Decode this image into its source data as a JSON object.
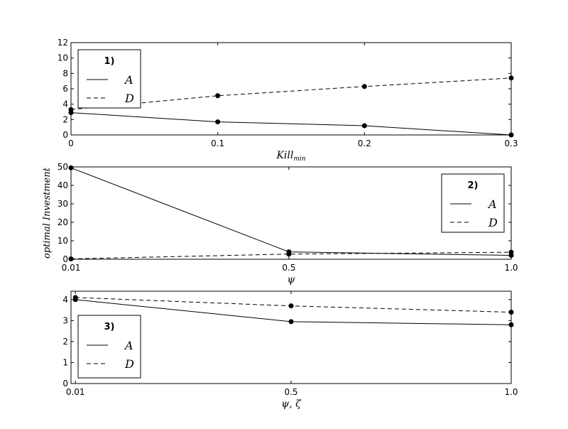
{
  "figure": {
    "ylabel_shared": "optimal Investment"
  },
  "chart_data": [
    {
      "type": "line",
      "legend_title": "1)",
      "legend_position": "upper-left",
      "xlabel_main": "Kill",
      "xlabel_sub": "min",
      "x": [
        0,
        0.1,
        0.2,
        0.3
      ],
      "x_tick_labels": [
        "0",
        "0.1",
        "0.2",
        "0.3"
      ],
      "xlim": [
        0,
        0.3
      ],
      "ylim": [
        0,
        12
      ],
      "y_ticks": [
        0,
        2,
        4,
        6,
        8,
        10,
        12
      ],
      "grid": false,
      "series": [
        {
          "name": "A",
          "style": "solid",
          "values": [
            2.9,
            1.7,
            1.2,
            0.0
          ]
        },
        {
          "name": "D",
          "style": "dashed",
          "values": [
            3.3,
            5.1,
            6.3,
            7.4
          ]
        }
      ]
    },
    {
      "type": "line",
      "legend_title": "2)",
      "legend_position": "upper-right",
      "xlabel_main": "ψ",
      "x": [
        0.01,
        0.5,
        1.0
      ],
      "x_tick_labels": [
        "0.01",
        "0.5",
        "1.0"
      ],
      "xlim": [
        0.01,
        1.0
      ],
      "ylim": [
        0,
        50
      ],
      "y_ticks": [
        0,
        10,
        20,
        30,
        40,
        50
      ],
      "grid": false,
      "series": [
        {
          "name": "A",
          "style": "solid",
          "values": [
            49.5,
            4.0,
            2.1
          ]
        },
        {
          "name": "D",
          "style": "dashed",
          "values": [
            0.2,
            2.8,
            3.8
          ]
        }
      ]
    },
    {
      "type": "line",
      "legend_title": "3)",
      "legend_position": "lower-left",
      "xlabel_main": "ψ, ζ",
      "x": [
        0.01,
        0.5,
        1.0
      ],
      "x_tick_labels": [
        "0.01",
        "0.5",
        "1.0"
      ],
      "xlim": [
        0,
        1.0
      ],
      "ylim": [
        0,
        4.4
      ],
      "y_ticks": [
        0,
        1,
        2,
        3,
        4
      ],
      "grid": false,
      "series": [
        {
          "name": "A",
          "style": "solid",
          "values": [
            4.0,
            2.95,
            2.8
          ]
        },
        {
          "name": "D",
          "style": "dashed",
          "values": [
            4.1,
            3.7,
            3.4
          ]
        }
      ]
    }
  ]
}
